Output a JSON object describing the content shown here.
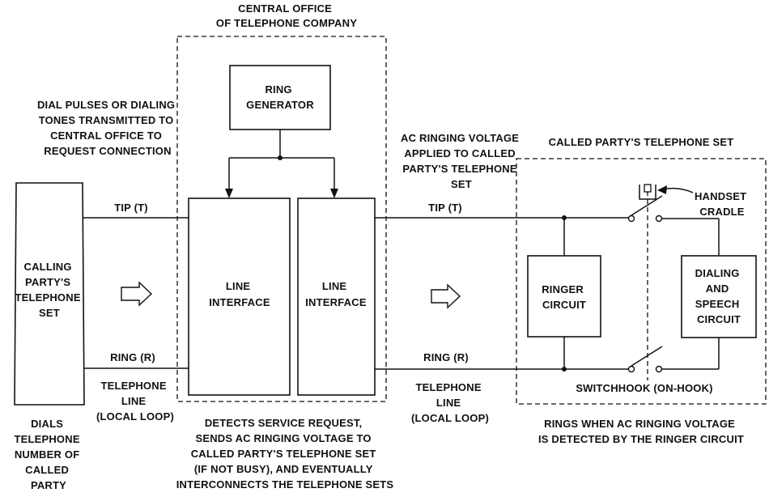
{
  "central_office": {
    "title_lines": [
      "CENTRAL OFFICE",
      "OF TELEPHONE COMPANY"
    ],
    "ring_generator_lines": [
      "RING",
      "GENERATOR"
    ],
    "line_interface_1_lines": [
      "LINE",
      "INTERFACE"
    ],
    "line_interface_2_lines": [
      "LINE",
      "INTERFACE"
    ],
    "description_lines": [
      "DETECTS SERVICE REQUEST,",
      "SENDS AC RINGING VOLTAGE TO",
      "CALLED PARTY'S TELEPHONE SET",
      "(IF NOT BUSY), AND EVENTUALLY",
      "INTERCONNECTS THE TELEPHONE SETS"
    ]
  },
  "calling_party": {
    "box_lines": [
      "CALLING",
      "PARTY'S",
      "TELEPHONE",
      "SET"
    ],
    "dial_note_lines": [
      "DIAL PULSES OR DIALING",
      "TONES TRANSMITTED TO",
      "CENTRAL OFFICE TO",
      "REQUEST CONNECTION"
    ],
    "dials_note_lines": [
      "DIALS",
      "TELEPHONE",
      "NUMBER OF",
      "CALLED",
      "PARTY"
    ]
  },
  "left_line": {
    "tip_label": "TIP (T)",
    "ring_label": "RING (R)",
    "line_label_lines": [
      "TELEPHONE",
      "LINE",
      "(LOCAL LOOP)"
    ]
  },
  "right_line": {
    "ac_note_lines": [
      "AC RINGING VOLTAGE",
      "APPLIED TO CALLED",
      "PARTY'S TELEPHONE",
      "SET"
    ],
    "tip_label": "TIP (T)",
    "ring_label": "RING (R)",
    "line_label_lines": [
      "TELEPHONE",
      "LINE",
      "(LOCAL LOOP)"
    ]
  },
  "called_party": {
    "title": "CALLED PARTY'S TELEPHONE SET",
    "ringer_lines": [
      "RINGER",
      "CIRCUIT"
    ],
    "dialing_lines": [
      "DIALING",
      "AND",
      "SPEECH",
      "CIRCUIT"
    ],
    "handset_lines": [
      "HANDSET",
      "CRADLE"
    ],
    "switchhook_label": "SWITCHHOOK (ON-HOOK)",
    "rings_note_lines": [
      "RINGS WHEN AC RINGING VOLTAGE",
      "IS DETECTED BY THE RINGER CIRCUIT"
    ]
  }
}
